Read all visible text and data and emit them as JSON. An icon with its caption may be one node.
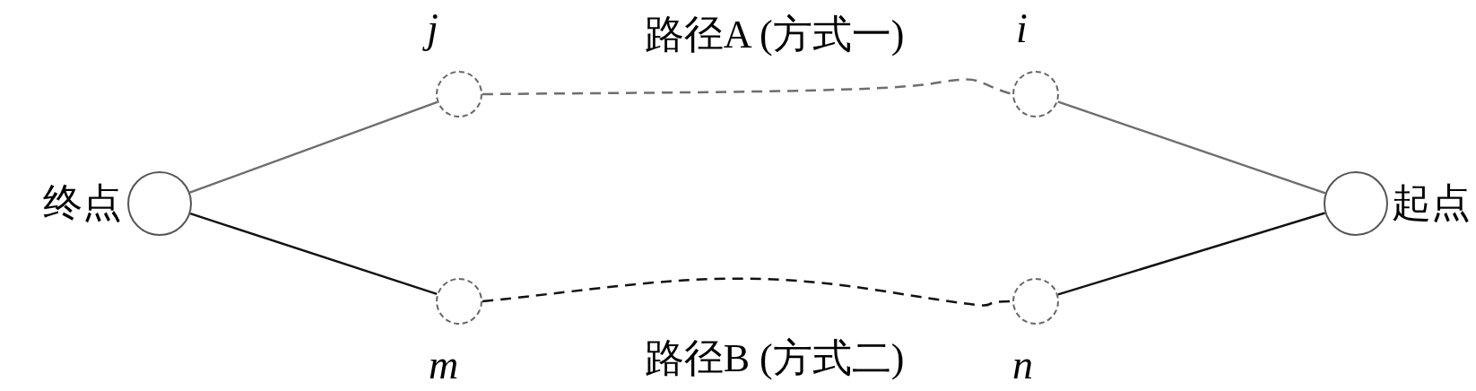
{
  "diagram": {
    "nodes": [
      {
        "text": [
          "终点"
        ]
      },
      {
        "text": [
          "j"
        ]
      },
      {
        "text": [
          "i"
        ]
      },
      {
        "text": [
          "m"
        ]
      },
      {
        "text": [
          "n"
        ]
      },
      {
        "text": [
          "起点"
        ]
      }
    ],
    "edges": [
      {
        "from": 0,
        "to": 1,
        "arrow": "none",
        "color": "#6e6e6e"
      },
      {
        "from": 0,
        "to": 3,
        "arrow": "none",
        "color": "#111111"
      },
      {
        "from": 1,
        "to": 2,
        "arrow": "none",
        "label": "路径A (方式一)",
        "style": "dashed",
        "color": "#6e6e6e"
      },
      {
        "from": 3,
        "to": 4,
        "arrow": "none",
        "label": "路径B (方式二)",
        "style": "dashed",
        "color": "#111111"
      },
      {
        "from": 5,
        "to": 2,
        "arrow": "none",
        "color": "#6e6e6e"
      },
      {
        "from": 5,
        "to": 4,
        "arrow": "none",
        "color": "#111111"
      }
    ]
  }
}
